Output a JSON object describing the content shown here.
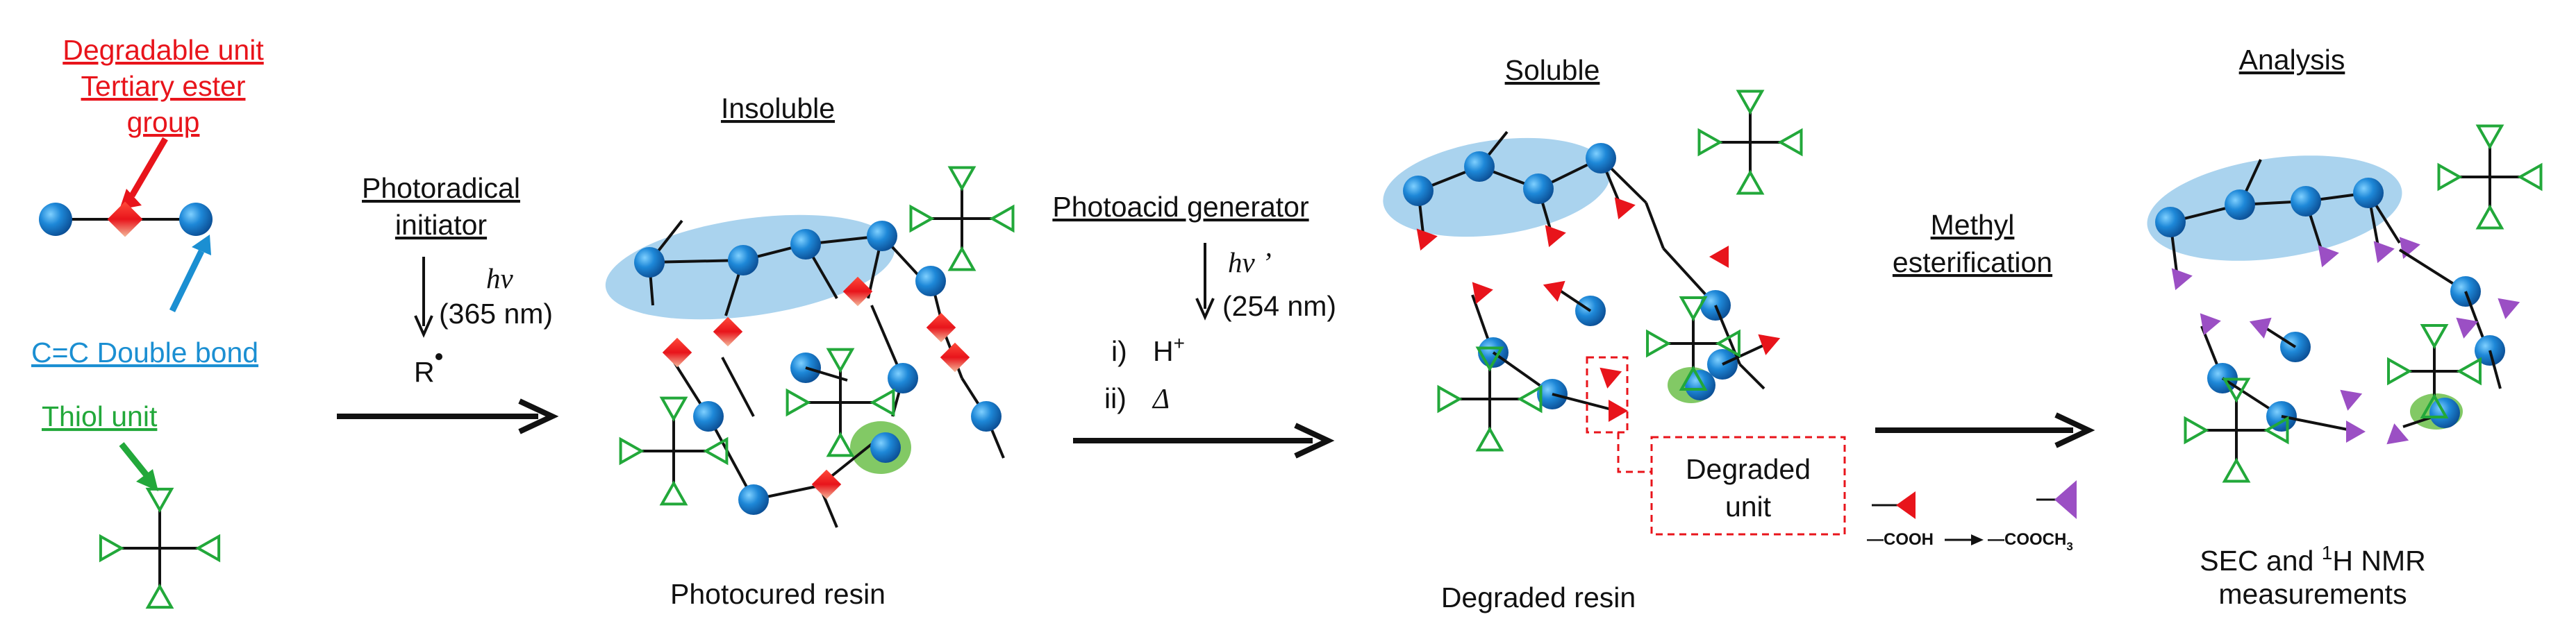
{
  "legend": {
    "degradable_line1": "Degradable unit",
    "degradable_line2": "Tertiary ester",
    "degradable_line3": "group",
    "double_bond": "C=C Double bond",
    "thiol": "Thiol unit"
  },
  "step1": {
    "line1": "Photoradical",
    "line2": "initiator",
    "hv": "hν",
    "wavelength": "(365 nm)",
    "radical": "R"
  },
  "step2": {
    "line1": "Photoacid generator",
    "hv": "hν ’",
    "wavelength": "(254 nm)",
    "item1_num": "i)",
    "item1": "H",
    "item1_sup": "+",
    "item2_num": "ii)",
    "item2": "Δ"
  },
  "step3": {
    "line1": "Methyl",
    "line2": "esterification",
    "from_group": "—COOH",
    "to_group": "—COOCH",
    "to_group_sub": "3"
  },
  "panels": {
    "insoluble_title": "Insoluble",
    "photocured_caption": "Photocured resin",
    "soluble_title": "Soluble",
    "degraded_caption": "Degraded resin",
    "degraded_unit_line1": "Degraded",
    "degraded_unit_line2": "unit",
    "analysis_title": "Analysis",
    "analysis_caption1_pre": "SEC and ",
    "analysis_caption1_sup": "1",
    "analysis_caption1_post": "H NMR",
    "analysis_caption2": "measurements"
  },
  "colors": {
    "red": "#e8141b",
    "blue": "#1b8fd2",
    "green": "#22a83a",
    "purple": "#9b4fc4",
    "light_blue": "#8ec4e8",
    "light_green": "#6cc04a"
  }
}
